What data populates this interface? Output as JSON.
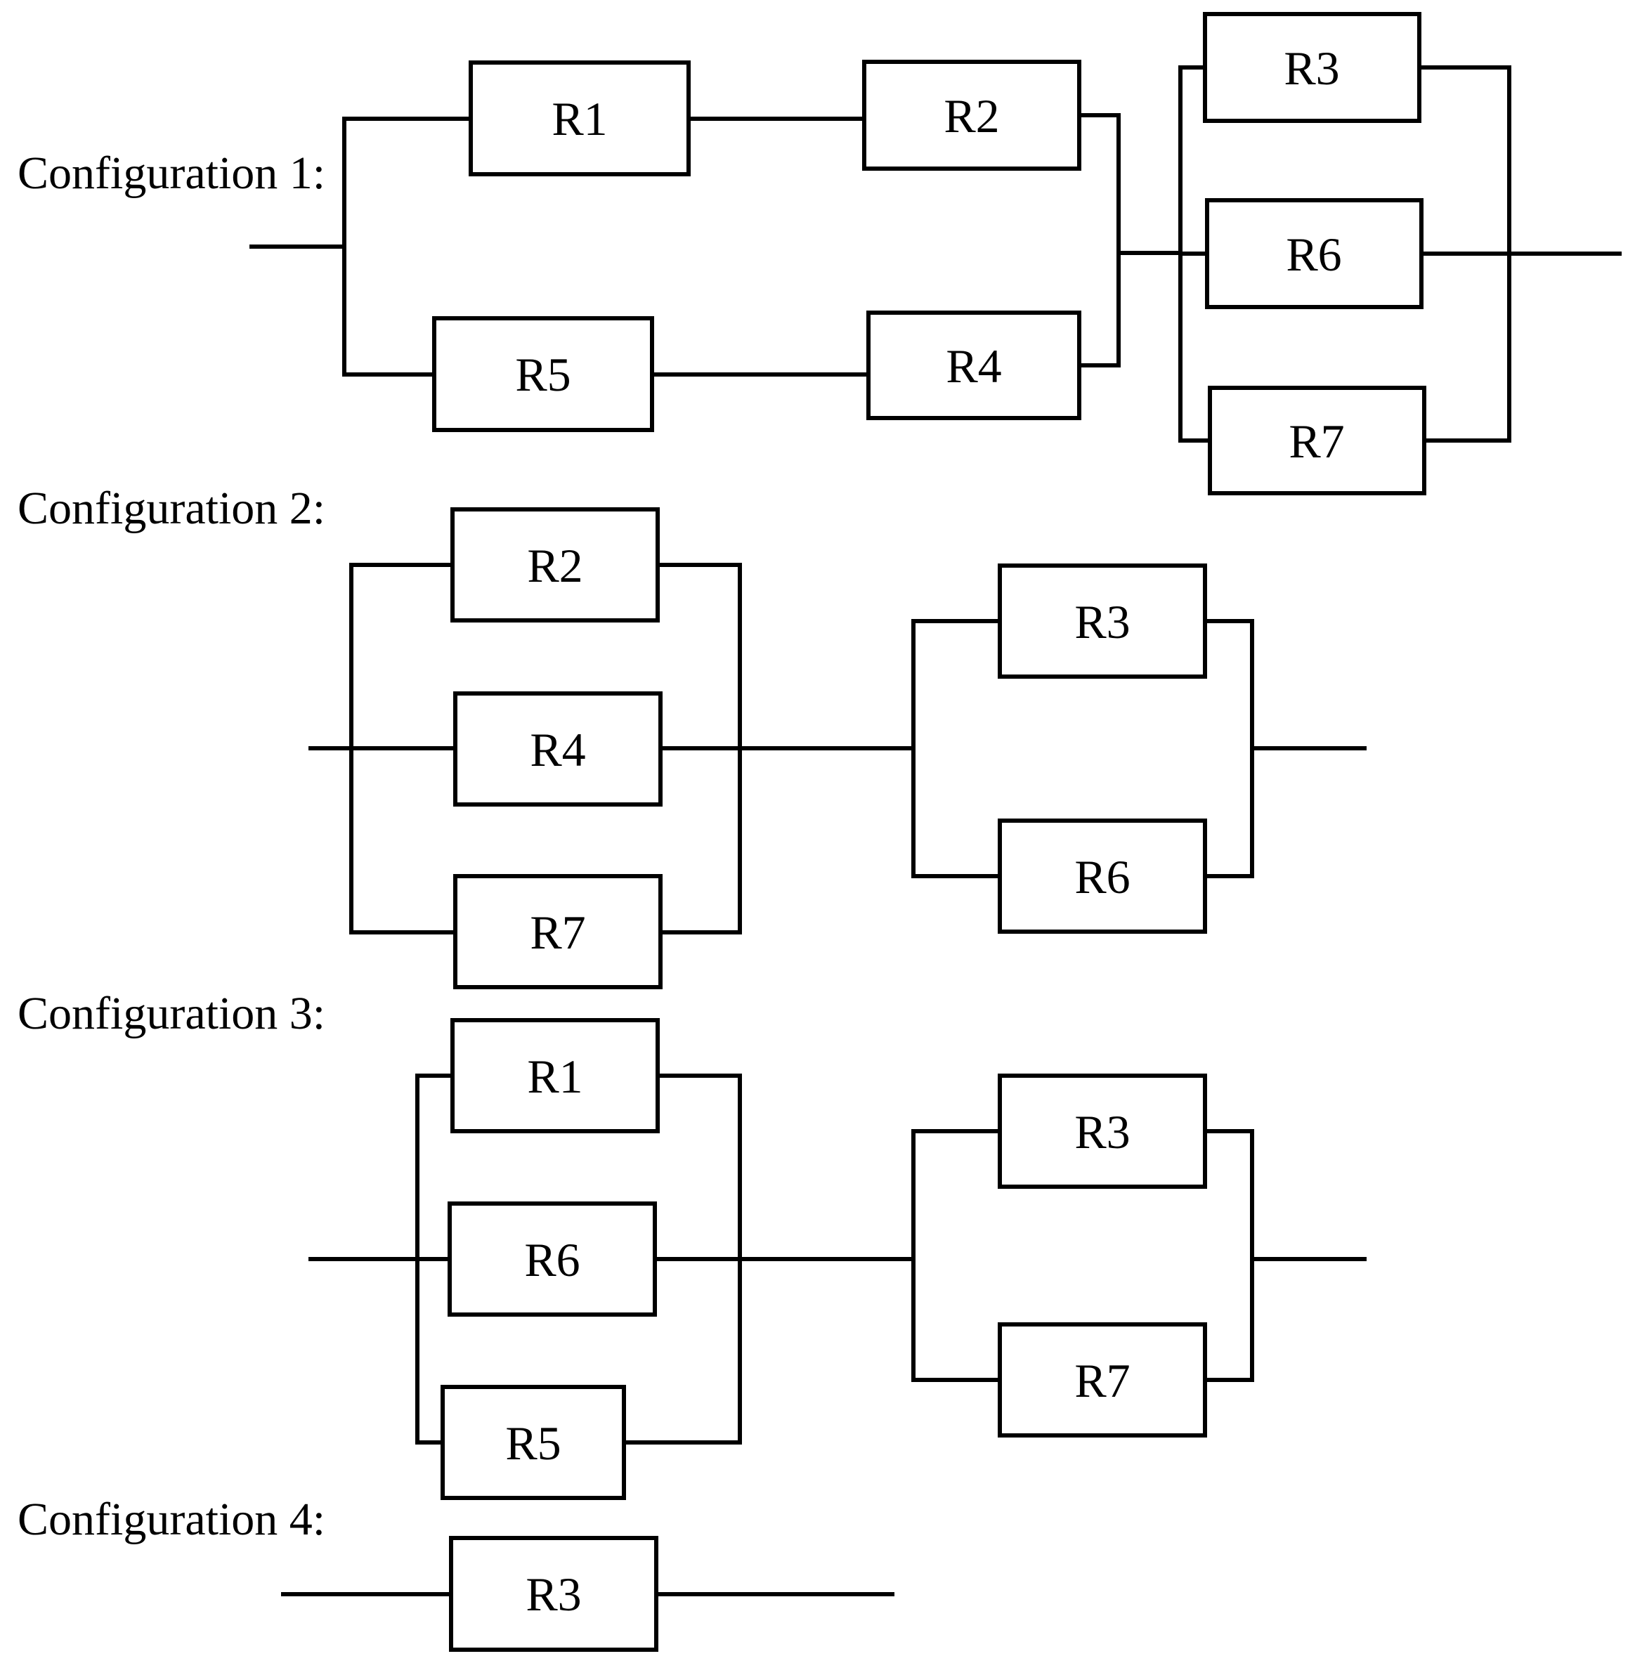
{
  "page": {
    "background_color": "#ffffff",
    "line_color": "#000000",
    "text_color": "#000000"
  },
  "configurations": [
    {
      "label": "Configuration 1:",
      "topology": "R1 and R2 in series parallel with R5 and R4 in series, followed by R3, R6, R7 in parallel",
      "resistors": [
        "R1",
        "R2",
        "R5",
        "R4",
        "R3",
        "R6",
        "R7"
      ]
    },
    {
      "label": "Configuration 2:",
      "topology": "R2, R4, R7 in parallel, in series with R3, R6 in parallel",
      "resistors": [
        "R2",
        "R4",
        "R7",
        "R3",
        "R6"
      ]
    },
    {
      "label": "Configuration 3:",
      "topology": "R1, R6, R5 in parallel, in series with R3, R7 in parallel",
      "resistors": [
        "R1",
        "R6",
        "R5",
        "R3",
        "R7"
      ]
    },
    {
      "label": "Configuration 4:",
      "topology": "R3 alone",
      "resistors": [
        "R3"
      ]
    }
  ]
}
